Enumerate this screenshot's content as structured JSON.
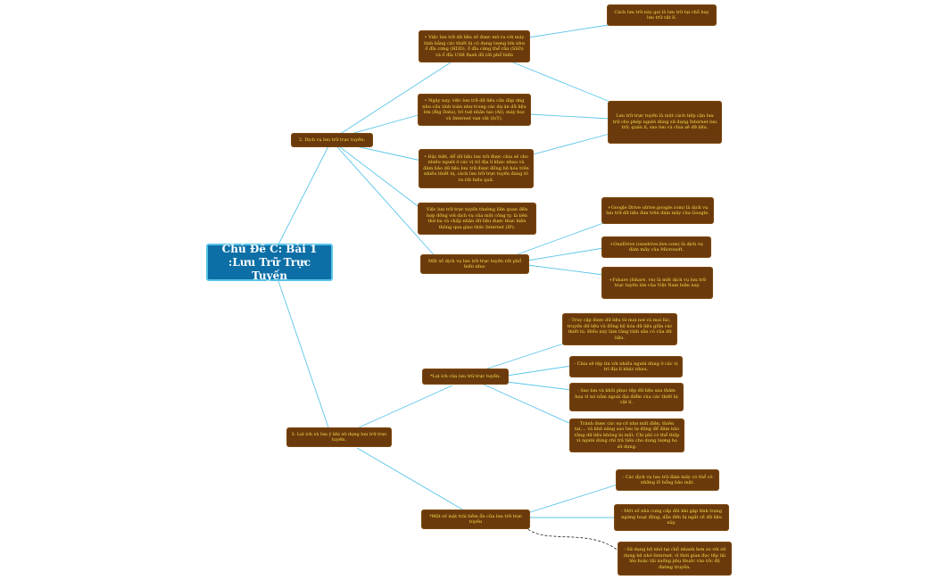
{
  "root": {
    "label": "Chủ Đề C: Bài 1 :Lưu Trữ Trực Tuyến"
  },
  "nodes": {
    "b2": "2.    Dịch vụ lưu trữ trực tuyến:",
    "b3": "3.    Lợi ích và lưu ý khi sử dụng lưu trữ trực tuyến.",
    "n1": "•     Việc lưu trữ dữ liệu số được mở ra với máy tính bằng các thiết bị có dung lượng lớn như ổ đĩa cứng (HDD), ổ đĩa cứng thể rắn (SSD) và ổ đĩa USB flash đã rất phổ biến",
    "n2": "•     Ngày nay, việc lưu trữ dữ liệu cần đáp ứng nhu cầu tính toán như trong các dự án dữ liệu lớn (Big Data), trí tuệ nhân tạo (AI), máy học và Internet vạn vật (IoT).",
    "n3": "•     Đặc biệt, để dữ liệu lưu trữ được chia sẻ cho nhiều người ở các vị trí địa lí khác nhau và đảm bảo dữ liệu lưu trữ được đồng bộ hóa trên nhiều thiết bị, cách lưu trữ trực tuyến đang tỏ ra rất hiệu quả.",
    "n4": "Việc lưu trữ trực tuyến thường liên quan đến hợp đồng với dịch vụ của một công ty, là bên thứ ba và chấp nhận dữ liệu được thực hiện thông qua giao thức Internet (IP).",
    "n5": "Một số dịch vụ lưu trữ trực tuyến rất phổ biến như:",
    "r1": "Cách lưu trữ này gọi là lưu trữ tại chỗ hay lưu trữ vật lí.",
    "r2": "Lưu trữ trực tuyến là một cách tiếp cận lưu trữ cho phép người dùng sử dụng Internet lưu trữ, quản lí, sao lưu và chia sẻ dữ liệu.",
    "s1": "+Google Drive (drive.google.com) là dịch vụ lưu trữ dữ liệu đưa trên đám mây của Google.",
    "s2": "+OneDrive (onedrive.live.com) là dịch vụ đám mây của Microsoft.",
    "s3": "+Fshare (fshare. vn) là một dịch vụ lưu trữ trực tuyến lớn của Việt Nam hiện nay.",
    "p": "*Lợi ích của lưu trữ trực tuyến:",
    "p1": "- Truy cập được dữ liệu từ mọi nơi và mọi lúc, truyền dữ liệu và đồng bộ hóa dữ liệu giữa các thiết bị. Điều này làm tăng tính sẵn có của dữ liệu.",
    "p2": "- Chia sẻ tệp tin với nhiều người dùng ở các vị trí địa lí khác nhau.",
    "p3": "- Sao lưu và khôi phục tệp dữ liệu sau thảm họa vì nó nằm ngoài địa điểm của các thiết bị vật lí.",
    "p4": "Tránh được các sự cố như mất điện, thiên tai,... và khả năng sao lưu tự động để đảm bảo rằng dữ liệu không bị mất. Chi phí có thể thấp vì người dùng chỉ trả tiền cho dung lượng họ sử dụng.",
    "c": "*Một số mặt trái tiềm ẩn của lưu trữ trực tuyến",
    "c1": "- Các dịch vụ lưu trữ đám mây có thể có những lỗ hổng bảo mật.",
    "c2": "- Một số nhà cung cấp đôi khi gặp tình trạng ngừng hoạt động, dẫn đến bị ngắt về dữ liệu này.",
    "c3": "- Sử dụng bộ nhớ tại chỗ nhanh hơn so với sử dụng bộ nhớ Internet, vì thời gian đọc tệp tải lên hoặc tải xuống phụ thuộc vào tốc độ đường truyền."
  },
  "colors": {
    "node_bg": "#6b3a0c",
    "node_text": "#f2e04a",
    "root_bg": "#0d6fa6",
    "root_border": "#58c3e8",
    "link": "#5cc5ea"
  }
}
